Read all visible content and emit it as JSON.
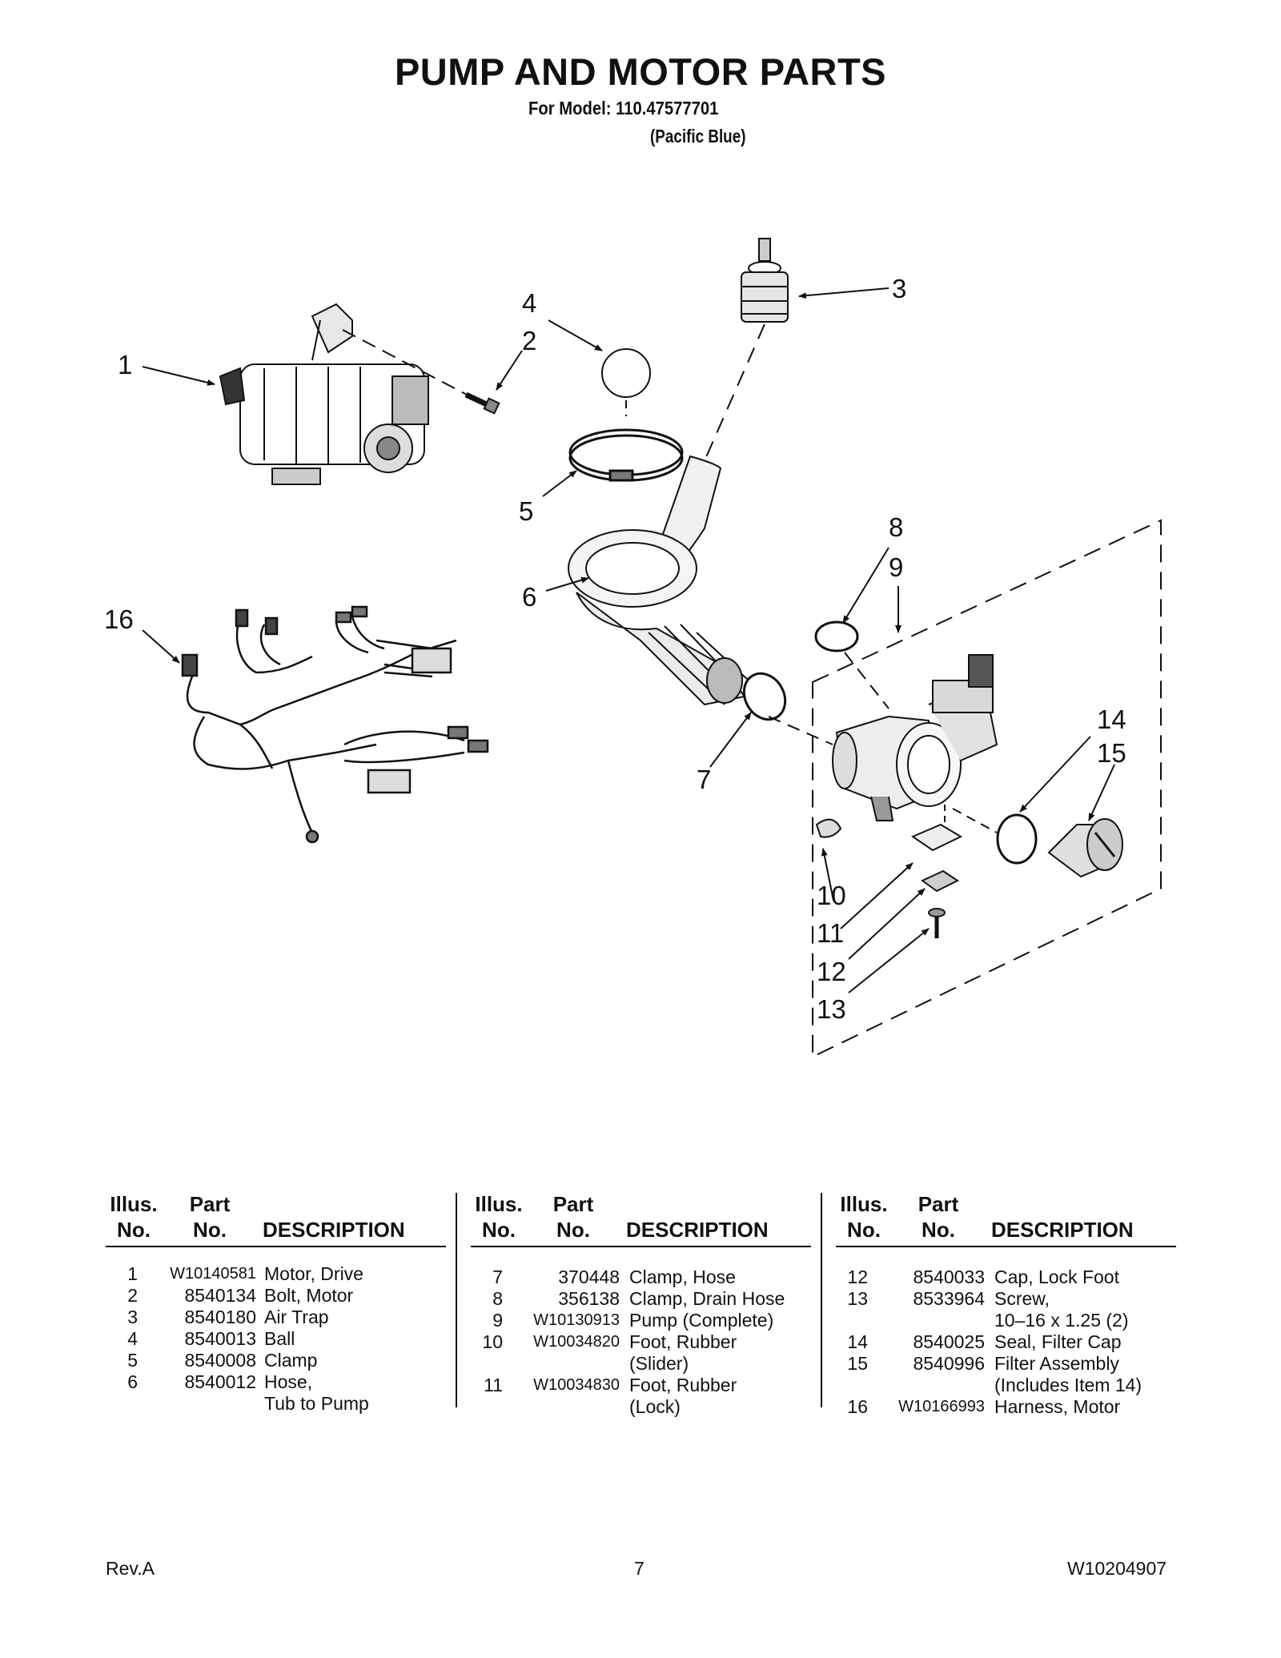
{
  "page": {
    "title": "PUMP AND MOTOR PARTS",
    "model_line": "For Model: 110.47577701",
    "variant": "(Pacific Blue)"
  },
  "diagram": {
    "callouts": [
      "1",
      "2",
      "3",
      "4",
      "5",
      "6",
      "7",
      "8",
      "9",
      "10",
      "11",
      "12",
      "13",
      "14",
      "15",
      "16"
    ]
  },
  "table": {
    "headers": {
      "illus_top": "Illus.",
      "illus_bottom": "No.",
      "part_top": "Part",
      "part_bottom": "No.",
      "description": "DESCRIPTION"
    },
    "columns": [
      {
        "rows": [
          {
            "illus": "1",
            "part": "W10140581",
            "desc": [
              "Motor, Drive"
            ]
          },
          {
            "illus": "2",
            "part": "8540134",
            "desc": [
              "Bolt, Motor"
            ]
          },
          {
            "illus": "3",
            "part": "8540180",
            "desc": [
              "Air Trap"
            ]
          },
          {
            "illus": "4",
            "part": "8540013",
            "desc": [
              "Ball"
            ]
          },
          {
            "illus": "5",
            "part": "8540008",
            "desc": [
              "Clamp"
            ]
          },
          {
            "illus": "6",
            "part": "8540012",
            "desc": [
              "Hose,",
              "Tub to Pump"
            ]
          }
        ]
      },
      {
        "rows": [
          {
            "illus": "7",
            "part": "370448",
            "desc": [
              "Clamp, Hose"
            ]
          },
          {
            "illus": "8",
            "part": "356138",
            "desc": [
              "Clamp, Drain Hose"
            ]
          },
          {
            "illus": "9",
            "part": "W10130913",
            "desc": [
              "Pump (Complete)"
            ]
          },
          {
            "illus": "10",
            "part": "W10034820",
            "desc": [
              "Foot, Rubber",
              "(Slider)"
            ]
          },
          {
            "illus": "11",
            "part": "W10034830",
            "desc": [
              "Foot, Rubber",
              "(Lock)"
            ]
          }
        ]
      },
      {
        "rows": [
          {
            "illus": "12",
            "part": "8540033",
            "desc": [
              "Cap, Lock Foot"
            ]
          },
          {
            "illus": "13",
            "part": "8533964",
            "desc": [
              "Screw,",
              "10–16 x 1.25 (2)"
            ]
          },
          {
            "illus": "14",
            "part": "8540025",
            "desc": [
              "Seal, Filter Cap"
            ]
          },
          {
            "illus": "15",
            "part": "8540996",
            "desc": [
              "Filter Assembly",
              "(Includes Item 14)"
            ]
          },
          {
            "illus": "16",
            "part": "W10166993",
            "desc": [
              "Harness, Motor"
            ]
          }
        ]
      }
    ]
  },
  "footer": {
    "revision": "Rev.A",
    "page_number": "7",
    "document_number": "W10204907"
  }
}
